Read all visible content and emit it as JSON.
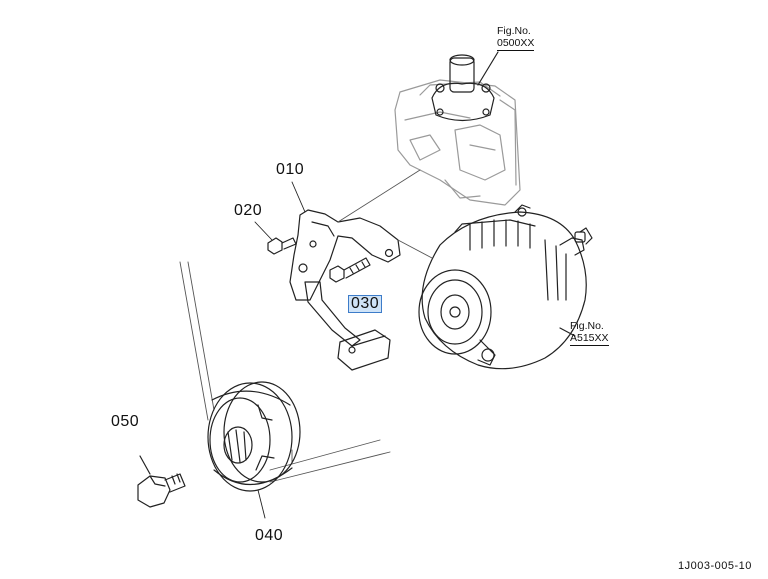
{
  "parts": {
    "p010": "010",
    "p020": "020",
    "p030": "030",
    "p040": "040",
    "p050": "050"
  },
  "fig_refs": {
    "upper": {
      "label": "Fig.No.",
      "number": "0500XX"
    },
    "right": {
      "label": "Fig.No.",
      "number": "A515XX"
    }
  },
  "diagram_code": "1J003-005-10",
  "selected_part": "030",
  "colors": {
    "ink": "#111111",
    "highlight": "#cfe3f7",
    "highlight_border": "#3d7cc9"
  }
}
